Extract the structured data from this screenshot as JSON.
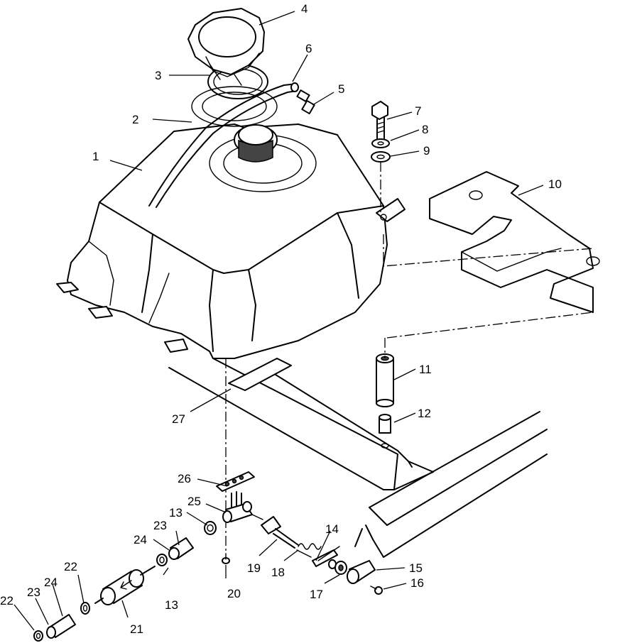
{
  "diagram": {
    "callouts": [
      {
        "id": "1",
        "label": "1"
      },
      {
        "id": "2",
        "label": "2"
      },
      {
        "id": "3",
        "label": "3"
      },
      {
        "id": "4",
        "label": "4"
      },
      {
        "id": "5",
        "label": "5"
      },
      {
        "id": "6",
        "label": "6"
      },
      {
        "id": "7",
        "label": "7"
      },
      {
        "id": "8",
        "label": "8"
      },
      {
        "id": "9",
        "label": "9"
      },
      {
        "id": "10",
        "label": "10"
      },
      {
        "id": "11",
        "label": "11"
      },
      {
        "id": "12",
        "label": "12"
      },
      {
        "id": "13a",
        "label": "13"
      },
      {
        "id": "13b",
        "label": "13"
      },
      {
        "id": "14",
        "label": "14"
      },
      {
        "id": "15",
        "label": "15"
      },
      {
        "id": "16",
        "label": "16"
      },
      {
        "id": "17",
        "label": "17"
      },
      {
        "id": "18",
        "label": "18"
      },
      {
        "id": "19",
        "label": "19"
      },
      {
        "id": "20",
        "label": "20"
      },
      {
        "id": "21",
        "label": "21"
      },
      {
        "id": "22a",
        "label": "22"
      },
      {
        "id": "22b",
        "label": "22"
      },
      {
        "id": "23a",
        "label": "23"
      },
      {
        "id": "23b",
        "label": "23"
      },
      {
        "id": "24a",
        "label": "24"
      },
      {
        "id": "24b",
        "label": "24"
      },
      {
        "id": "25",
        "label": "25"
      },
      {
        "id": "26",
        "label": "26"
      },
      {
        "id": "27",
        "label": "27"
      }
    ]
  }
}
